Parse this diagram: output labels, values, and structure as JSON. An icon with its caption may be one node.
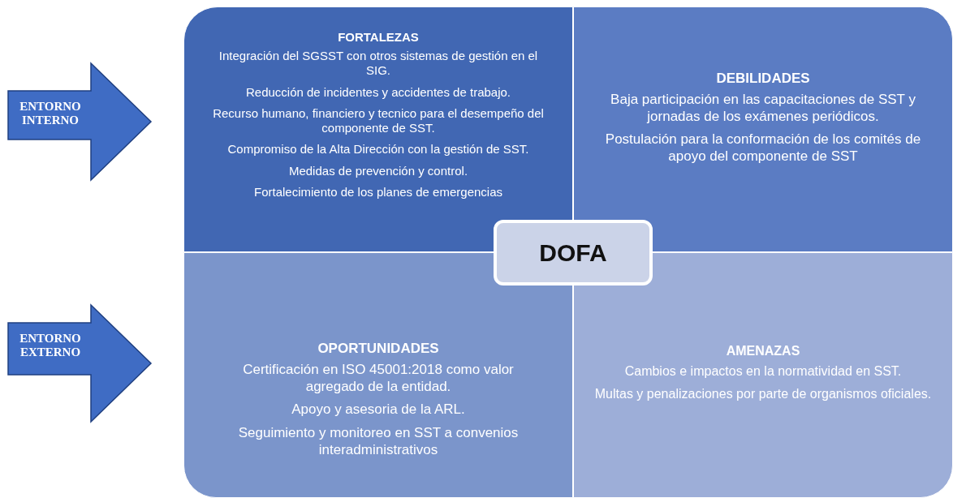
{
  "diagram": {
    "nodes": [
      {
        "text": [
          "ENTORNO INTERNO"
        ]
      },
      {
        "text": [
          "ENTORNO EXTERNO"
        ]
      },
      {
        "text": [
          "FORTALEZAS",
          "Integración del SGSST con otros sistemas de gestión en el SIG.",
          "Reducción de incidentes y accidentes de trabajo.",
          "Recurso humano, financiero y tecnico para el desempeño del componente de SST.",
          "Compromiso de la Alta Dirección con la gestión de SST.",
          "Medidas de prevención y control.",
          "Fortalecimiento de los planes de emergencias"
        ]
      },
      {
        "text": [
          "DEBILIDADES",
          "Baja participación en las capacitaciones de SST y jornadas de los exámenes periódicos.",
          "Postulación para la conformación de los comités de apoyo del componente de SST"
        ]
      },
      {
        "text": [
          "OPORTUNIDADES",
          "Certificación en ISO 45001:2018 como valor agregado de la entidad.",
          "Apoyo y asesoria de la ARL.",
          "Seguimiento y monitoreo en SST  a convenios interadministrativos"
        ]
      },
      {
        "text": [
          "AMENAZAS",
          "Cambios e impactos en la normatividad en SST.",
          "Multas y penalizaciones por parte de organismos oficiales."
        ]
      },
      {
        "text": [
          "DOFA"
        ]
      }
    ],
    "edges": []
  }
}
